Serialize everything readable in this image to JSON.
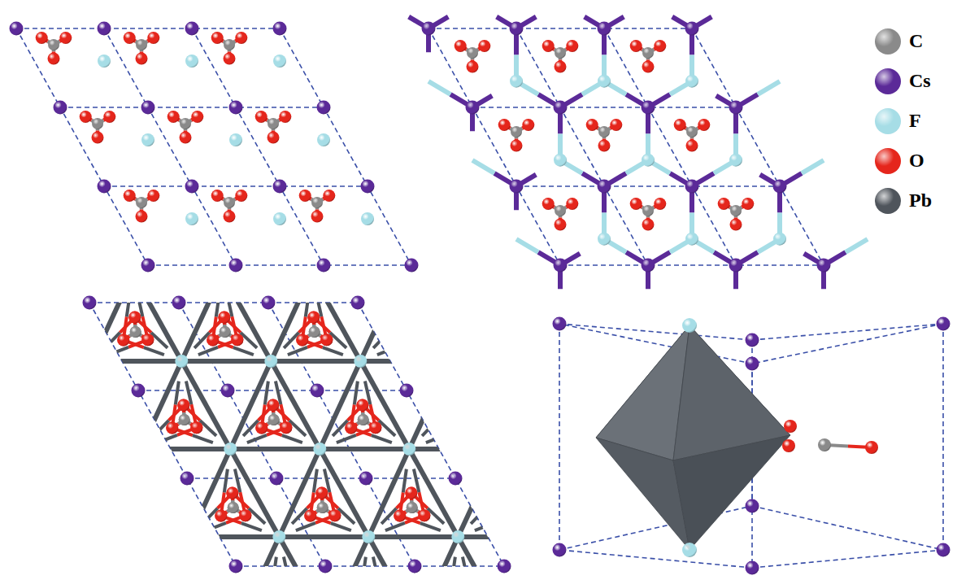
{
  "diagram": {
    "legend": [
      {
        "text": "C",
        "color": "#8a8a8a"
      },
      {
        "text": "Cs",
        "color": "#5b2a98"
      },
      {
        "text": "F",
        "color": "#a6dde6"
      },
      {
        "text": "O",
        "color": "#e5261c"
      },
      {
        "text": "Pb",
        "color": "#4f555c"
      }
    ]
  }
}
